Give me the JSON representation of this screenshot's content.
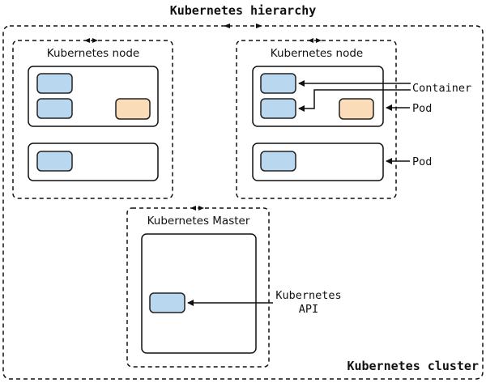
{
  "title": "Kubernetes hierarchy",
  "cluster_label": "Kubernetes cluster",
  "node_left_label": "Kubernetes node",
  "node_right_label": "Kubernetes node",
  "master_label": "Kubernetes Master",
  "callouts": {
    "container": "Container",
    "pod_top": "Pod",
    "pod_bottom": "Pod",
    "api_line1": "Kubernetes",
    "api_line2": "API"
  },
  "colors": {
    "container_fill": "#b9d7ee",
    "container_stroke": "#222222",
    "special_container_fill": "#fbdcb8",
    "line": "#111111"
  }
}
